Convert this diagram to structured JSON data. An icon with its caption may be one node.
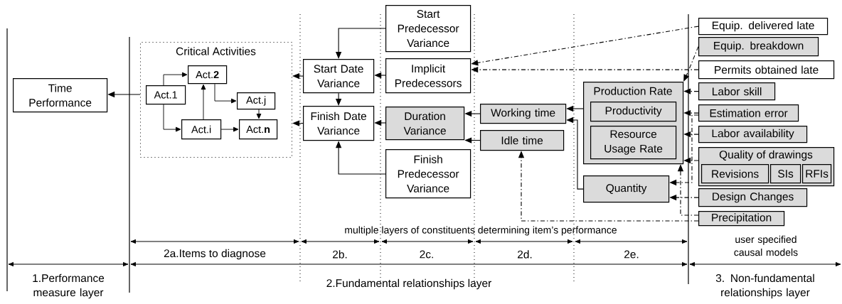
{
  "diagram": {
    "nodes": [
      {
        "text": [
          "Time Performance"
        ]
      },
      {
        "text": [
          "Critical Activities"
        ]
      },
      {
        "text": [
          "Act.1"
        ],
        "in": 1
      },
      {
        "text": [
          "Act.**2**"
        ],
        "in": 1
      },
      {
        "text": [
          "Act.j"
        ],
        "in": 1
      },
      {
        "text": [
          "Act.i"
        ],
        "in": 1
      },
      {
        "text": [
          "Act.**n**"
        ],
        "in": 1
      },
      {
        "text": [
          "Start Date Variance"
        ]
      },
      {
        "text": [
          "Finish Date Variance"
        ]
      },
      {
        "text": [
          "Start Predecessor Variance"
        ]
      },
      {
        "text": [
          "Implicit Predecessors"
        ]
      },
      {
        "text": [
          "Duration Variance"
        ]
      },
      {
        "text": [
          "Finish Predecessor Variance"
        ]
      },
      {
        "text": [
          "Working time"
        ]
      },
      {
        "text": [
          "Idle time"
        ]
      },
      {
        "text": [
          "Production Rate"
        ]
      },
      {
        "text": [
          "Productivity"
        ],
        "in": 15
      },
      {
        "text": [
          "Resource Usage Rate"
        ],
        "in": 15
      },
      {
        "text": [
          "Quantity"
        ]
      },
      {
        "text": [
          "Equip. delivered late"
        ]
      },
      {
        "text": [
          "Equip. breakdown"
        ]
      },
      {
        "text": [
          "Permits obtained late"
        ]
      },
      {
        "text": [
          "Labor skill"
        ]
      },
      {
        "text": [
          "Estimation error"
        ]
      },
      {
        "text": [
          "Labor availability"
        ]
      },
      {
        "text": [
          "Quality of drawings"
        ]
      },
      {
        "text": [
          "Revisions"
        ],
        "in": 25
      },
      {
        "text": [
          "SIs"
        ],
        "in": 25
      },
      {
        "text": [
          "RFIs"
        ],
        "in": 25
      },
      {
        "text": [
          "Design Changes"
        ]
      },
      {
        "text": [
          "Precipitation"
        ]
      }
    ],
    "edges": [
      {
        "from": 1,
        "to": 0,
        "arrow": "to"
      },
      {
        "from": 2,
        "to": 3,
        "arrow": "to"
      },
      {
        "from": 2,
        "to": 5,
        "arrow": "to"
      },
      {
        "from": 5,
        "to": 3,
        "arrow": "to"
      },
      {
        "from": 3,
        "to": 4,
        "arrow": "to"
      },
      {
        "from": 5,
        "to": 6,
        "arrow": "to"
      },
      {
        "from": 4,
        "to": 6,
        "arrow": "to"
      },
      {
        "from": 7,
        "to": 1,
        "arrow": "to"
      },
      {
        "from": 8,
        "to": 1,
        "arrow": "to"
      },
      {
        "from": 9,
        "to": 7,
        "arrow": "to"
      },
      {
        "from": 10,
        "to": 7,
        "arrow": "to"
      },
      {
        "from": 7,
        "to": 8,
        "arrow": "to"
      },
      {
        "from": 11,
        "to": 8,
        "arrow": "to"
      },
      {
        "from": 12,
        "to": 8,
        "arrow": "to"
      },
      {
        "from": 13,
        "to": 11,
        "arrow": "to"
      },
      {
        "from": 14,
        "to": 11,
        "arrow": "to"
      },
      {
        "from": 15,
        "to": 13,
        "arrow": "to"
      },
      {
        "from": 18,
        "to": 13,
        "arrow": "to"
      },
      {
        "from": 19,
        "to": 10,
        "arrow": "to",
        "style": "dashed"
      },
      {
        "from": 21,
        "to": 10,
        "arrow": "to",
        "style": "dashed"
      },
      {
        "from": 20,
        "to": 15,
        "arrow": "to",
        "style": "dashed"
      },
      {
        "from": 22,
        "to": 15,
        "arrow": "to",
        "style": "dashed"
      },
      {
        "from": 23,
        "to": 15,
        "arrow": "to",
        "style": "dashed"
      },
      {
        "from": 24,
        "to": 15,
        "arrow": "to",
        "style": "dashed"
      },
      {
        "from": 25,
        "to": 15,
        "arrow": "to",
        "style": "dashed"
      },
      {
        "from": 23,
        "to": 18,
        "arrow": "to",
        "style": "dashed"
      },
      {
        "from": 29,
        "to": 18,
        "arrow": "to",
        "style": "dashed"
      },
      {
        "from": 30,
        "to": 15,
        "arrow": "to",
        "style": "dashed"
      },
      {
        "from": 30,
        "to": 14,
        "arrow": "to",
        "style": "dashed"
      }
    ],
    "labels": [
      "multiple layers of constituents determining item’s performance",
      "2a.Items to diagnose",
      "2b.",
      "2c.",
      "2d.",
      "2e.",
      "user specified causal models",
      "1.Performance measure layer",
      "2.Fundamental relationships layer",
      "3. Non-fundamental relationships layer"
    ]
  }
}
